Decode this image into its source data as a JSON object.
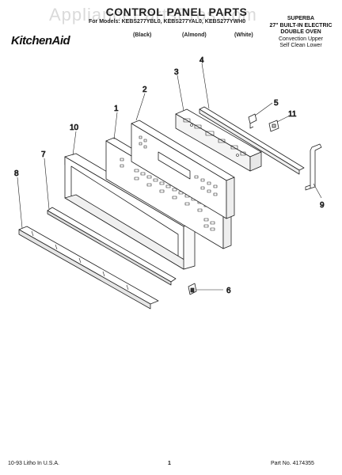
{
  "header": {
    "watermark": "AppliancePartsPros.com",
    "title": "CONTROL PANEL PARTS",
    "models": "For Models: KEBS277YBL0, KEBS277YAL0, KEBS277YWH0",
    "colors": [
      "(Black)",
      "(Almond)",
      "(White)"
    ],
    "brand": "KitchenAid",
    "description": [
      "SUPERBA",
      "27\" BUILT-IN ELECTRIC",
      "DOUBLE OVEN",
      "Convection Upper",
      "Self Clean Lower"
    ]
  },
  "callouts": [
    "1",
    "2",
    "3",
    "4",
    "5",
    "6",
    "7",
    "8",
    "9",
    "10",
    "11"
  ],
  "footer": {
    "litho": "10-93 Litho In U.S.A.",
    "page": "1",
    "part_no": "Part No. 4174355"
  }
}
